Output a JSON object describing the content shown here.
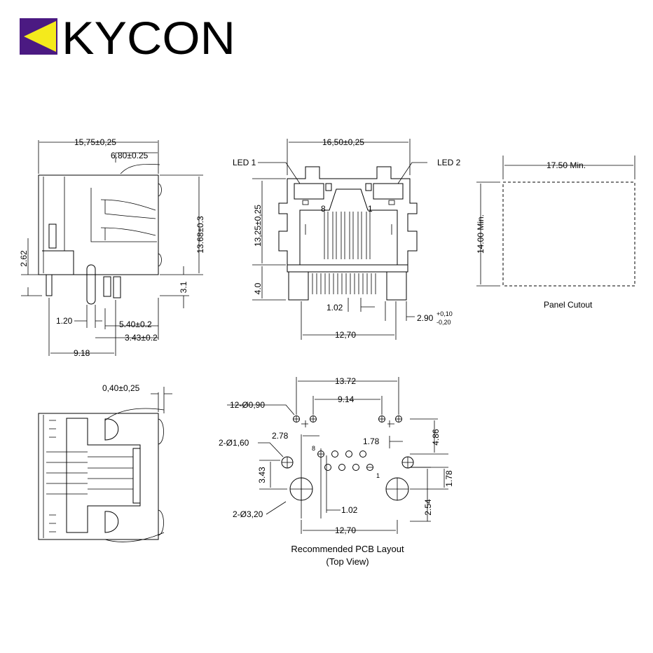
{
  "brand": {
    "name": "KYCON",
    "colors": {
      "purple": "#4b1a82",
      "yellow": "#f4ea1c"
    }
  },
  "side_view": {
    "overall_depth": "15,75±0,25",
    "front_to_pin": "6.80±0.25",
    "height": "13.68±0.3",
    "standoff": "2.62",
    "pin_length": "3.1",
    "pin_pitch": "1.20",
    "pin_offset_a": "5.40±0.2",
    "pin_offset_b": "3.43±0.2",
    "rear_pin": "9.18"
  },
  "front_view": {
    "width": "16,50±0,25",
    "led_left": "LED 1",
    "led_right": "LED 2",
    "height": "13,25±0,25",
    "pin_8": "8",
    "pin_1": "1",
    "post_length": "4.0",
    "pin_pitch": "1.02",
    "post_offset": "2.90",
    "post_tol_upper": "+0,10",
    "post_tol_lower": "-0,20",
    "post_span": "12,70"
  },
  "panel": {
    "width": "17.50 Min.",
    "height": "14.00 Min.",
    "caption": "Panel Cutout"
  },
  "bottom_view": {
    "gap": "0,40±0,25"
  },
  "pcb": {
    "outer_span": "13.72",
    "inner_span": "9.14",
    "small_holes": "12-Ø0,90",
    "mid_holes": "2-Ø1,60",
    "big_holes": "2-Ø3,20",
    "left_offset": "2.78",
    "right_offset": "1.78",
    "top_row": "4.86",
    "vert_a": "3.43",
    "vert_b": "1.78",
    "vert_c": "2.54",
    "pitch": "1.02",
    "post_span": "12,70",
    "pin_8": "8",
    "pin_1": "1",
    "caption_line1": "Recommended PCB Layout",
    "caption_line2": "(Top View)"
  }
}
